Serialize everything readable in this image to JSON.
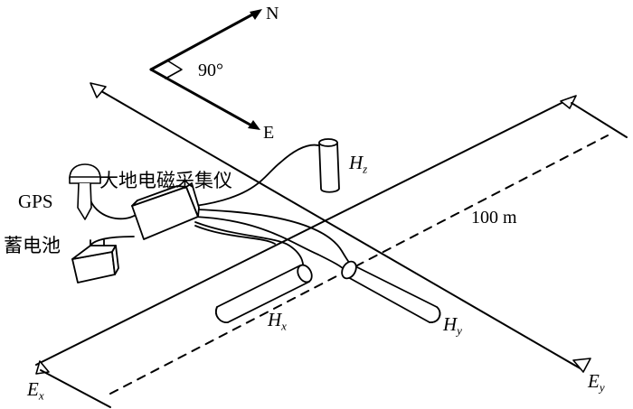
{
  "compass": {
    "north": "N",
    "east": "E",
    "angle": "90°"
  },
  "equipment": {
    "gps": "GPS",
    "recorder": "大地电磁采集仪",
    "battery": "蓄电池"
  },
  "sensors": {
    "hz": {
      "main": "H",
      "sub": "z"
    },
    "hx": {
      "main": "H",
      "sub": "x"
    },
    "hy": {
      "main": "H",
      "sub": "y"
    }
  },
  "electrodes": {
    "ex": {
      "main": "E",
      "sub": "x"
    },
    "ey": {
      "main": "E",
      "sub": "y"
    }
  },
  "distance_label": "100 m",
  "colors": {
    "line": "#000000",
    "background": "#ffffff"
  }
}
